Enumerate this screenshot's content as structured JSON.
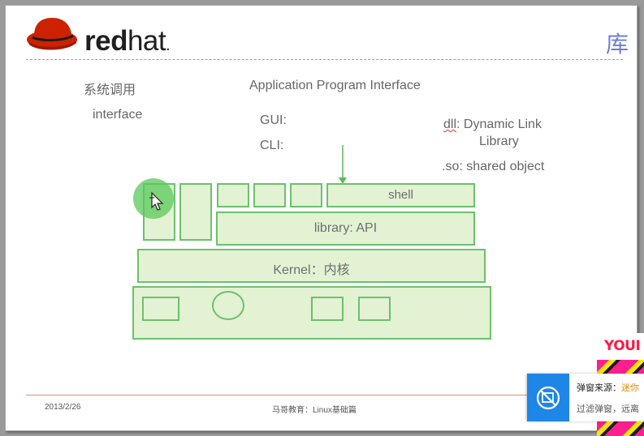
{
  "slide": {
    "logo_text_bold": "red",
    "logo_text_light": "hat",
    "logo_text_suffix": ".",
    "title": "库",
    "left_col": {
      "line1": "系统调用",
      "line2": "interface"
    },
    "center_col": {
      "heading": "Application Program Interface",
      "gui": "GUI:",
      "cli": "CLI:"
    },
    "right_col": {
      "dll_prefix": "dll",
      "dll_text": ": Dynamic Link",
      "dll_text2": "Library",
      "so_text": ".so: shared object"
    },
    "diagram": {
      "shell": "shell",
      "library": "library: API",
      "kernel": "Kernel：内核"
    },
    "footer": {
      "date": "2013/2/26",
      "center": "马哥教育：Linux基础篇"
    }
  },
  "popup": {
    "source_label": "弹窗来源：",
    "source_value": "迷你",
    "line2": "过滤弹窗，远离"
  },
  "ad": {
    "brand": "YOUI"
  },
  "colors": {
    "accent_title": "#6f7ed0",
    "box_fill": "#e2f2d3",
    "box_border": "#6cc16c",
    "popup_icon_bg": "#1e86e6",
    "logo_red": "#cc2200"
  },
  "icons": {
    "logo": "redhat-shadowman-icon",
    "cursor": "move-cursor-icon",
    "popup": "block-popup-icon"
  }
}
